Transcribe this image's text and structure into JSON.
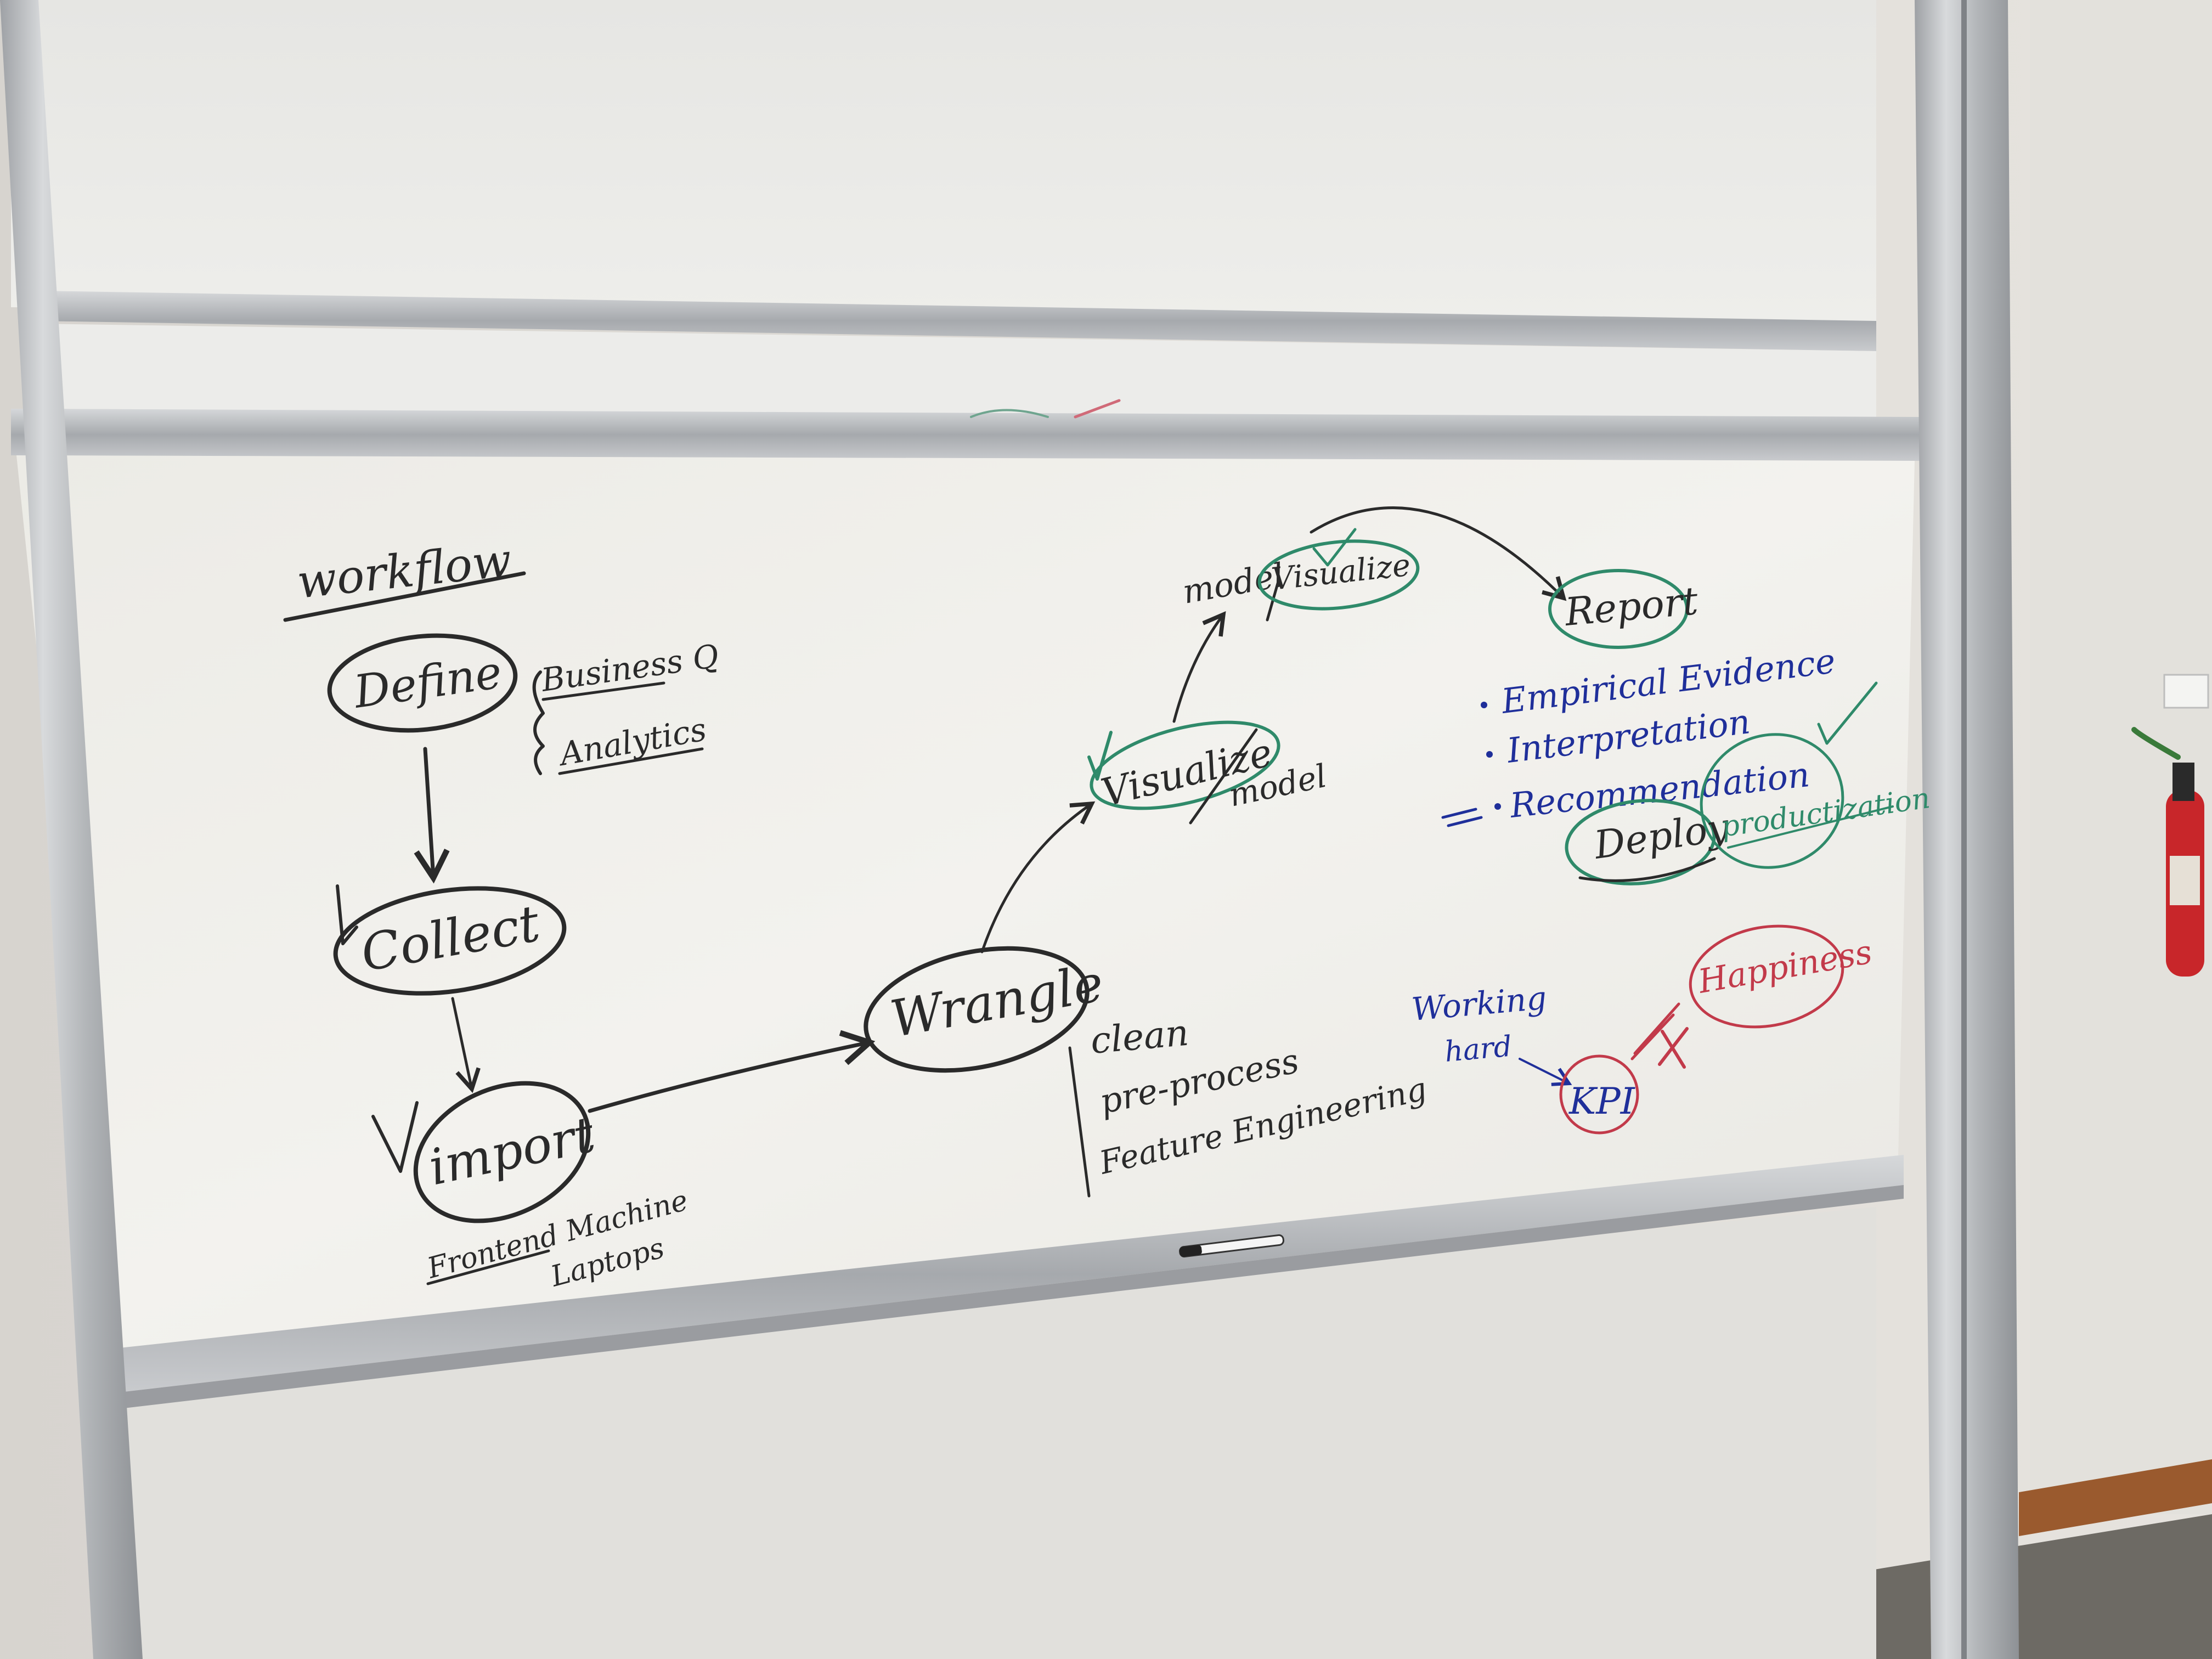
{
  "colors": {
    "ink_black": "#2a2a2a",
    "ink_blue": "#1f2f9a",
    "ink_green": "#2f8a6a",
    "ink_red": "#c23a4a",
    "board_white": "#f1f0ec",
    "frame_aluminium": "#b9bcbf",
    "wall": "#dedbd6",
    "floor": "#6d6a64",
    "skirting": "#9a5a2e",
    "extinguisher": "#c8262a"
  },
  "whiteboard": {
    "title": "workflow",
    "stages": {
      "define": "Define",
      "collect": "Collect",
      "import": "import",
      "wrangle": "Wrangle",
      "visualize": "Visualize",
      "model": "model",
      "model_visualize_model": "model",
      "model_visualize_visualize": "Visualize",
      "report": "Report",
      "deploy": "Deploy"
    },
    "define_notes": [
      "Business Q",
      "Analytics"
    ],
    "import_notes": [
      "Frontend Machine",
      "Laptops"
    ],
    "wrangle_notes": [
      "clean",
      "pre-process",
      "Feature Engineering"
    ],
    "report_notes": [
      "Empirical Evidence",
      "Interpretation",
      "Recommendation"
    ],
    "deploy_note": "productization",
    "kpi": {
      "center": "KPI",
      "working_hard": [
        "Working",
        "hard"
      ],
      "happiness": "Happiness"
    }
  }
}
